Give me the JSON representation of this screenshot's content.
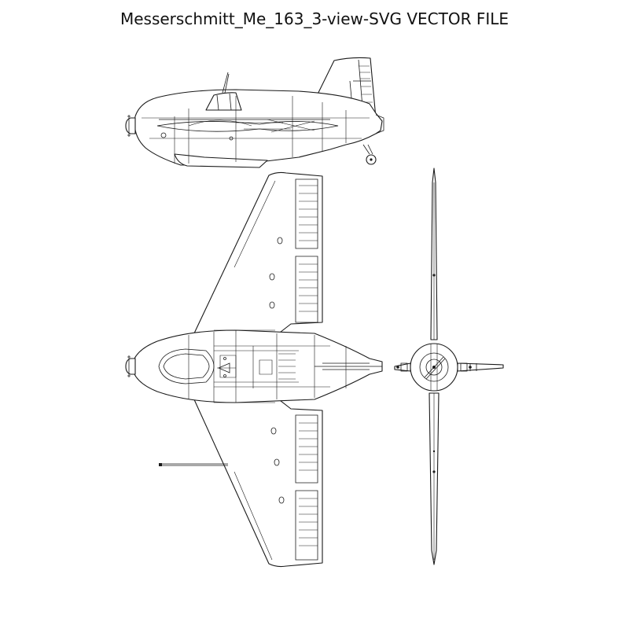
{
  "document": {
    "title": "Messerschmitt_Me_163_3-view-SVG VECTOR FILE"
  },
  "views": [
    {
      "id": "side-view"
    },
    {
      "id": "top-view"
    },
    {
      "id": "front-view"
    }
  ],
  "colors": {
    "line": "#1a1a1a",
    "background": "#ffffff"
  }
}
